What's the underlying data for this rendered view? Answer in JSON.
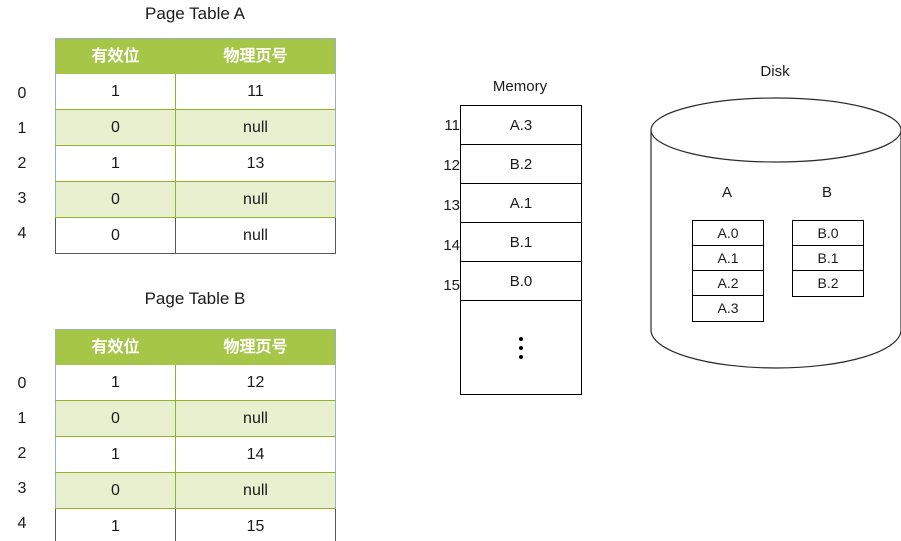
{
  "diagram": {
    "page_tables": [
      {
        "title": "Page Table A",
        "headers": [
          "有效位",
          "物理页号"
        ],
        "row_indices": [
          "0",
          "1",
          "2",
          "3",
          "4"
        ],
        "rows": [
          [
            "1",
            "11"
          ],
          [
            "0",
            "null"
          ],
          [
            "1",
            "13"
          ],
          [
            "0",
            "null"
          ],
          [
            "0",
            "null"
          ]
        ]
      },
      {
        "title": "Page Table B",
        "headers": [
          "有效位",
          "物理页号"
        ],
        "row_indices": [
          "0",
          "1",
          "2",
          "3",
          "4"
        ],
        "rows": [
          [
            "1",
            "12"
          ],
          [
            "0",
            "null"
          ],
          [
            "1",
            "14"
          ],
          [
            "0",
            "null"
          ],
          [
            "1",
            "15"
          ]
        ]
      }
    ],
    "memory": {
      "title": "Memory",
      "frames": [
        {
          "index": "11",
          "content": "A.3"
        },
        {
          "index": "12",
          "content": "B.2"
        },
        {
          "index": "13",
          "content": "A.1"
        },
        {
          "index": "14",
          "content": "B.1"
        },
        {
          "index": "15",
          "content": "B.0"
        }
      ],
      "continuation": "⋮"
    },
    "disk": {
      "title": "Disk",
      "programs": [
        {
          "label": "A",
          "blocks": [
            "A.0",
            "A.1",
            "A.2",
            "A.3"
          ]
        },
        {
          "label": "B",
          "blocks": [
            "B.0",
            "B.1",
            "B.2"
          ]
        }
      ]
    },
    "colors": {
      "header_green": "#A5C646",
      "row_alt_green": "#E9F0D0",
      "grid_green": "#8FB427",
      "outline_gray": "#555a5e",
      "text": "#1a1a1a"
    }
  }
}
